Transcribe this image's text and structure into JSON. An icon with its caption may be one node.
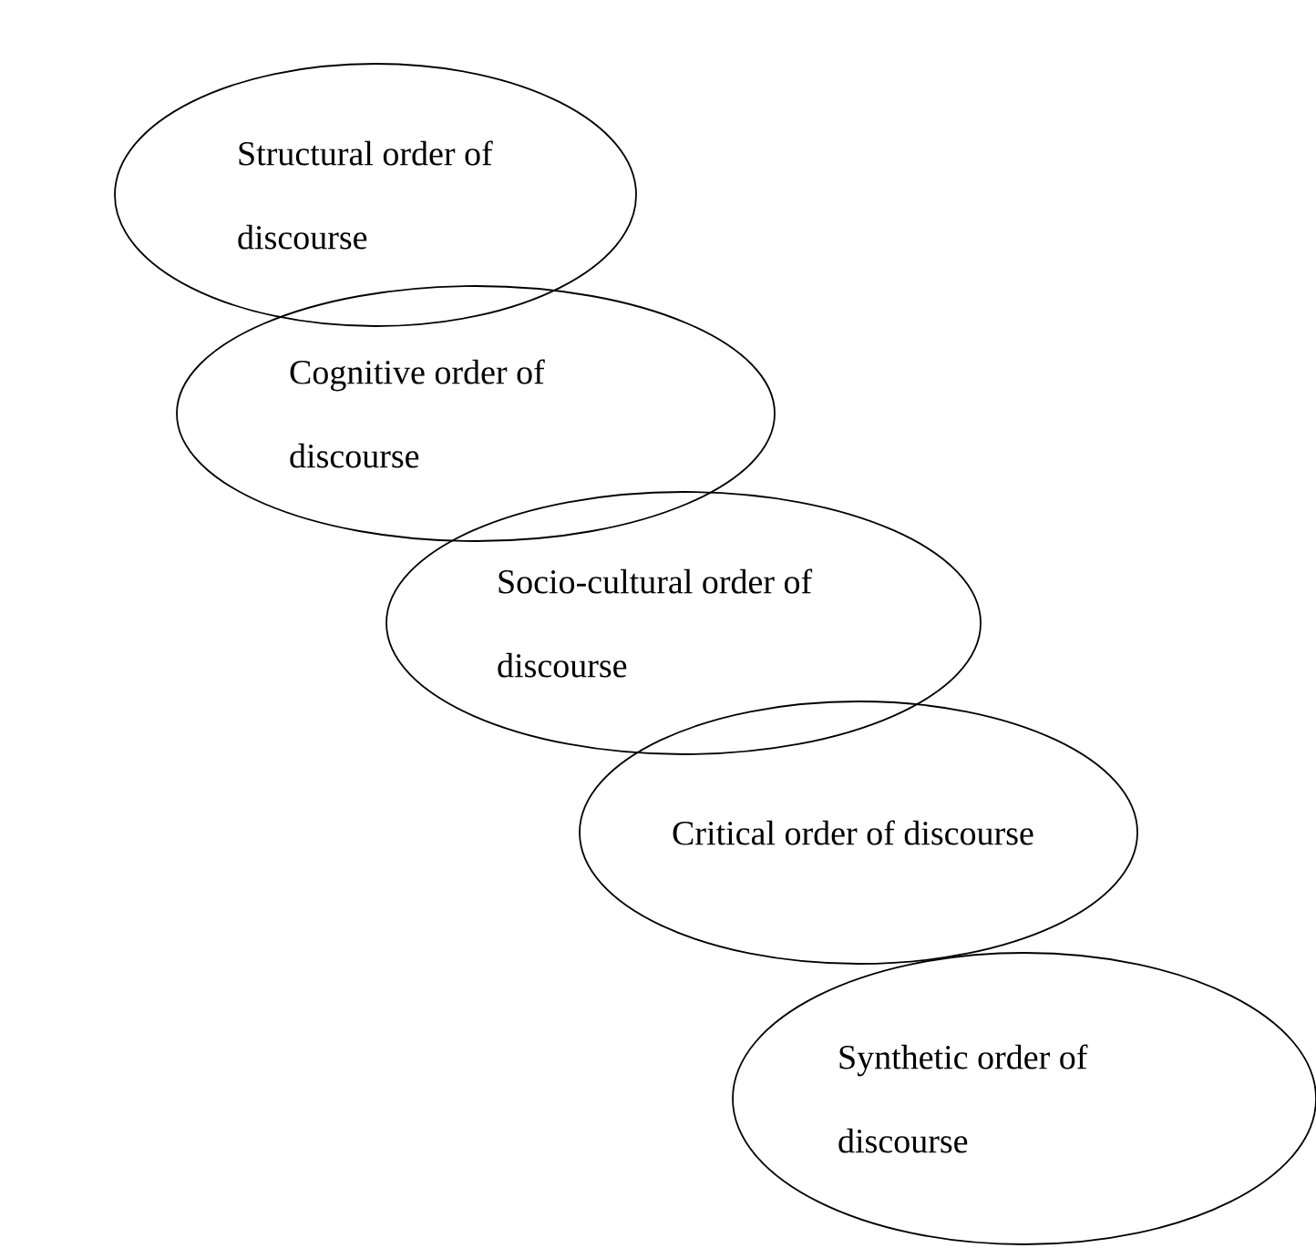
{
  "diagram": {
    "nodes": [
      {
        "text": [
          "Structural order of discourse"
        ]
      },
      {
        "text": [
          "Cognitive order of discourse"
        ]
      },
      {
        "text": [
          "Socio-cultural order of discourse"
        ]
      },
      {
        "text": [
          "Critical order of discourse"
        ]
      },
      {
        "text": [
          "Synthetic order of discourse"
        ]
      }
    ]
  }
}
